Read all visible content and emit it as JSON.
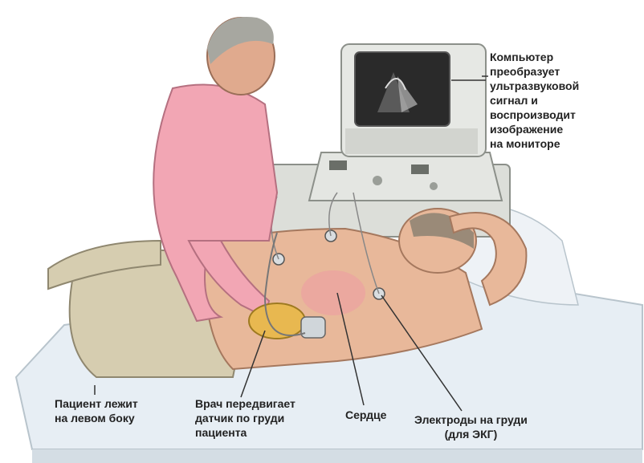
{
  "labels": {
    "computer": [
      "Компьютер",
      "преобразует",
      "ультразвуковой",
      "сигнал и",
      "воспроизводит",
      "изображение",
      "на мониторе"
    ],
    "patient": [
      "Пациент лежит",
      "на левом боку"
    ],
    "doctor": [
      "Врач передвигает",
      "датчик по груди",
      "пациента"
    ],
    "heart": "Сердце",
    "electrodes": [
      "Электроды на груди",
      "(для ЭКГ)"
    ]
  },
  "colors": {
    "doctor_shirt": "#f2a6b4",
    "skin": "#e8b89a",
    "pants": "#d6cdb0",
    "glove": "#e8b850",
    "bed": "#e6eef4",
    "monitor": "#e4e6e2",
    "screen": "#2a2a2a"
  }
}
